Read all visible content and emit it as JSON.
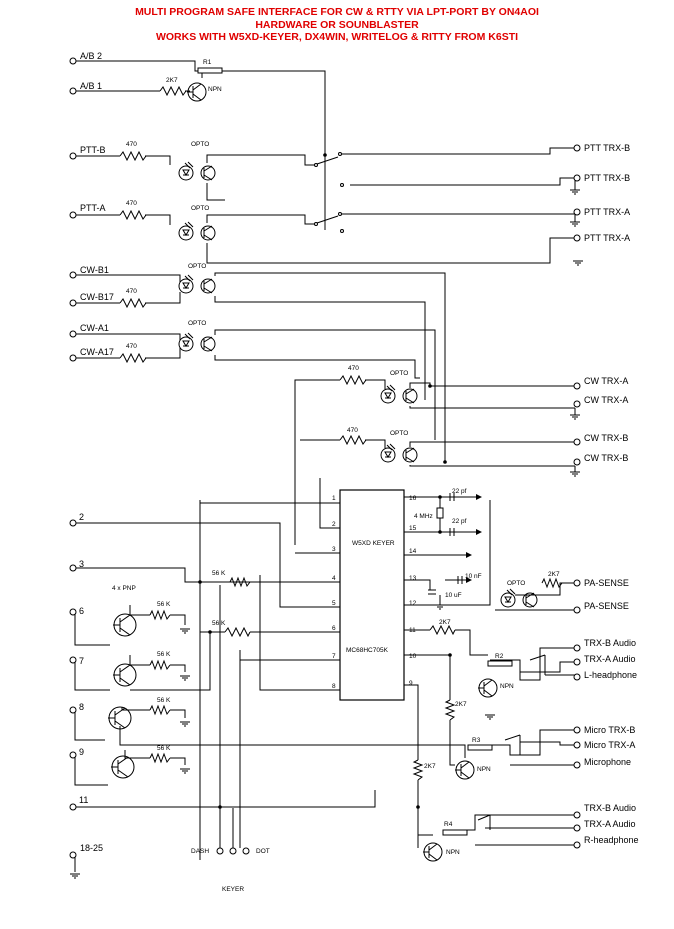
{
  "title": {
    "line1": "MULTI PROGRAM SAFE INTERFACE FOR CW & RTTY VIA LPT-PORT BY ON4AOI",
    "line2": "HARDWARE OR SOUNBLASTER",
    "line3": "WORKS WITH W5XD-KEYER, DX4WIN, WRITELOG & RITTY FROM K6STI"
  },
  "left_terminals": [
    "A/B 2",
    "A/B 1",
    "PTT-B",
    "PTT-A",
    "CW-B1",
    "CW-B17",
    "CW-A1",
    "CW-A17",
    "2",
    "3",
    "6",
    "7",
    "8",
    "9",
    "11",
    "18-25"
  ],
  "right_terminals": [
    "PTT TRX-B",
    "PTT TRX-B",
    "PTT TRX-A",
    "PTT TRX-A",
    "CW TRX-A",
    "CW TRX-A",
    "CW TRX-B",
    "CW TRX-B",
    "PA-SENSE",
    "PA-SENSE",
    "TRX-B Audio",
    "TRX-A Audio",
    "L-headphone",
    "Micro TRX-B",
    "Micro TRX-A",
    "Microphone",
    "TRX-B Audio",
    "TRX-A Audio",
    "R-headphone"
  ],
  "keyer_terminals": [
    "DASH",
    "DOT"
  ],
  "keyer_label": "KEYER",
  "ic": {
    "name_top": "W5XD KEYER",
    "name_bottom": "MC68HC705K",
    "left_pins": [
      "1",
      "2",
      "3",
      "4",
      "5",
      "6",
      "7",
      "8"
    ],
    "right_pins": [
      "16",
      "15",
      "14",
      "13",
      "12",
      "11",
      "10",
      "9"
    ]
  },
  "components": {
    "r1": "R1",
    "r2": "R2",
    "r3": "R3",
    "r4": "R4",
    "res_2k7": "2K7",
    "res_470": "470",
    "res_56k": "56 K",
    "opto": "OPTO",
    "npn": "NPN",
    "pnp_note": "4 x PNP",
    "cap_22pf": "22 pf",
    "crystal": "4 MHz",
    "cap_10nf": "10 nF",
    "cap_10uf": "10 uF"
  }
}
